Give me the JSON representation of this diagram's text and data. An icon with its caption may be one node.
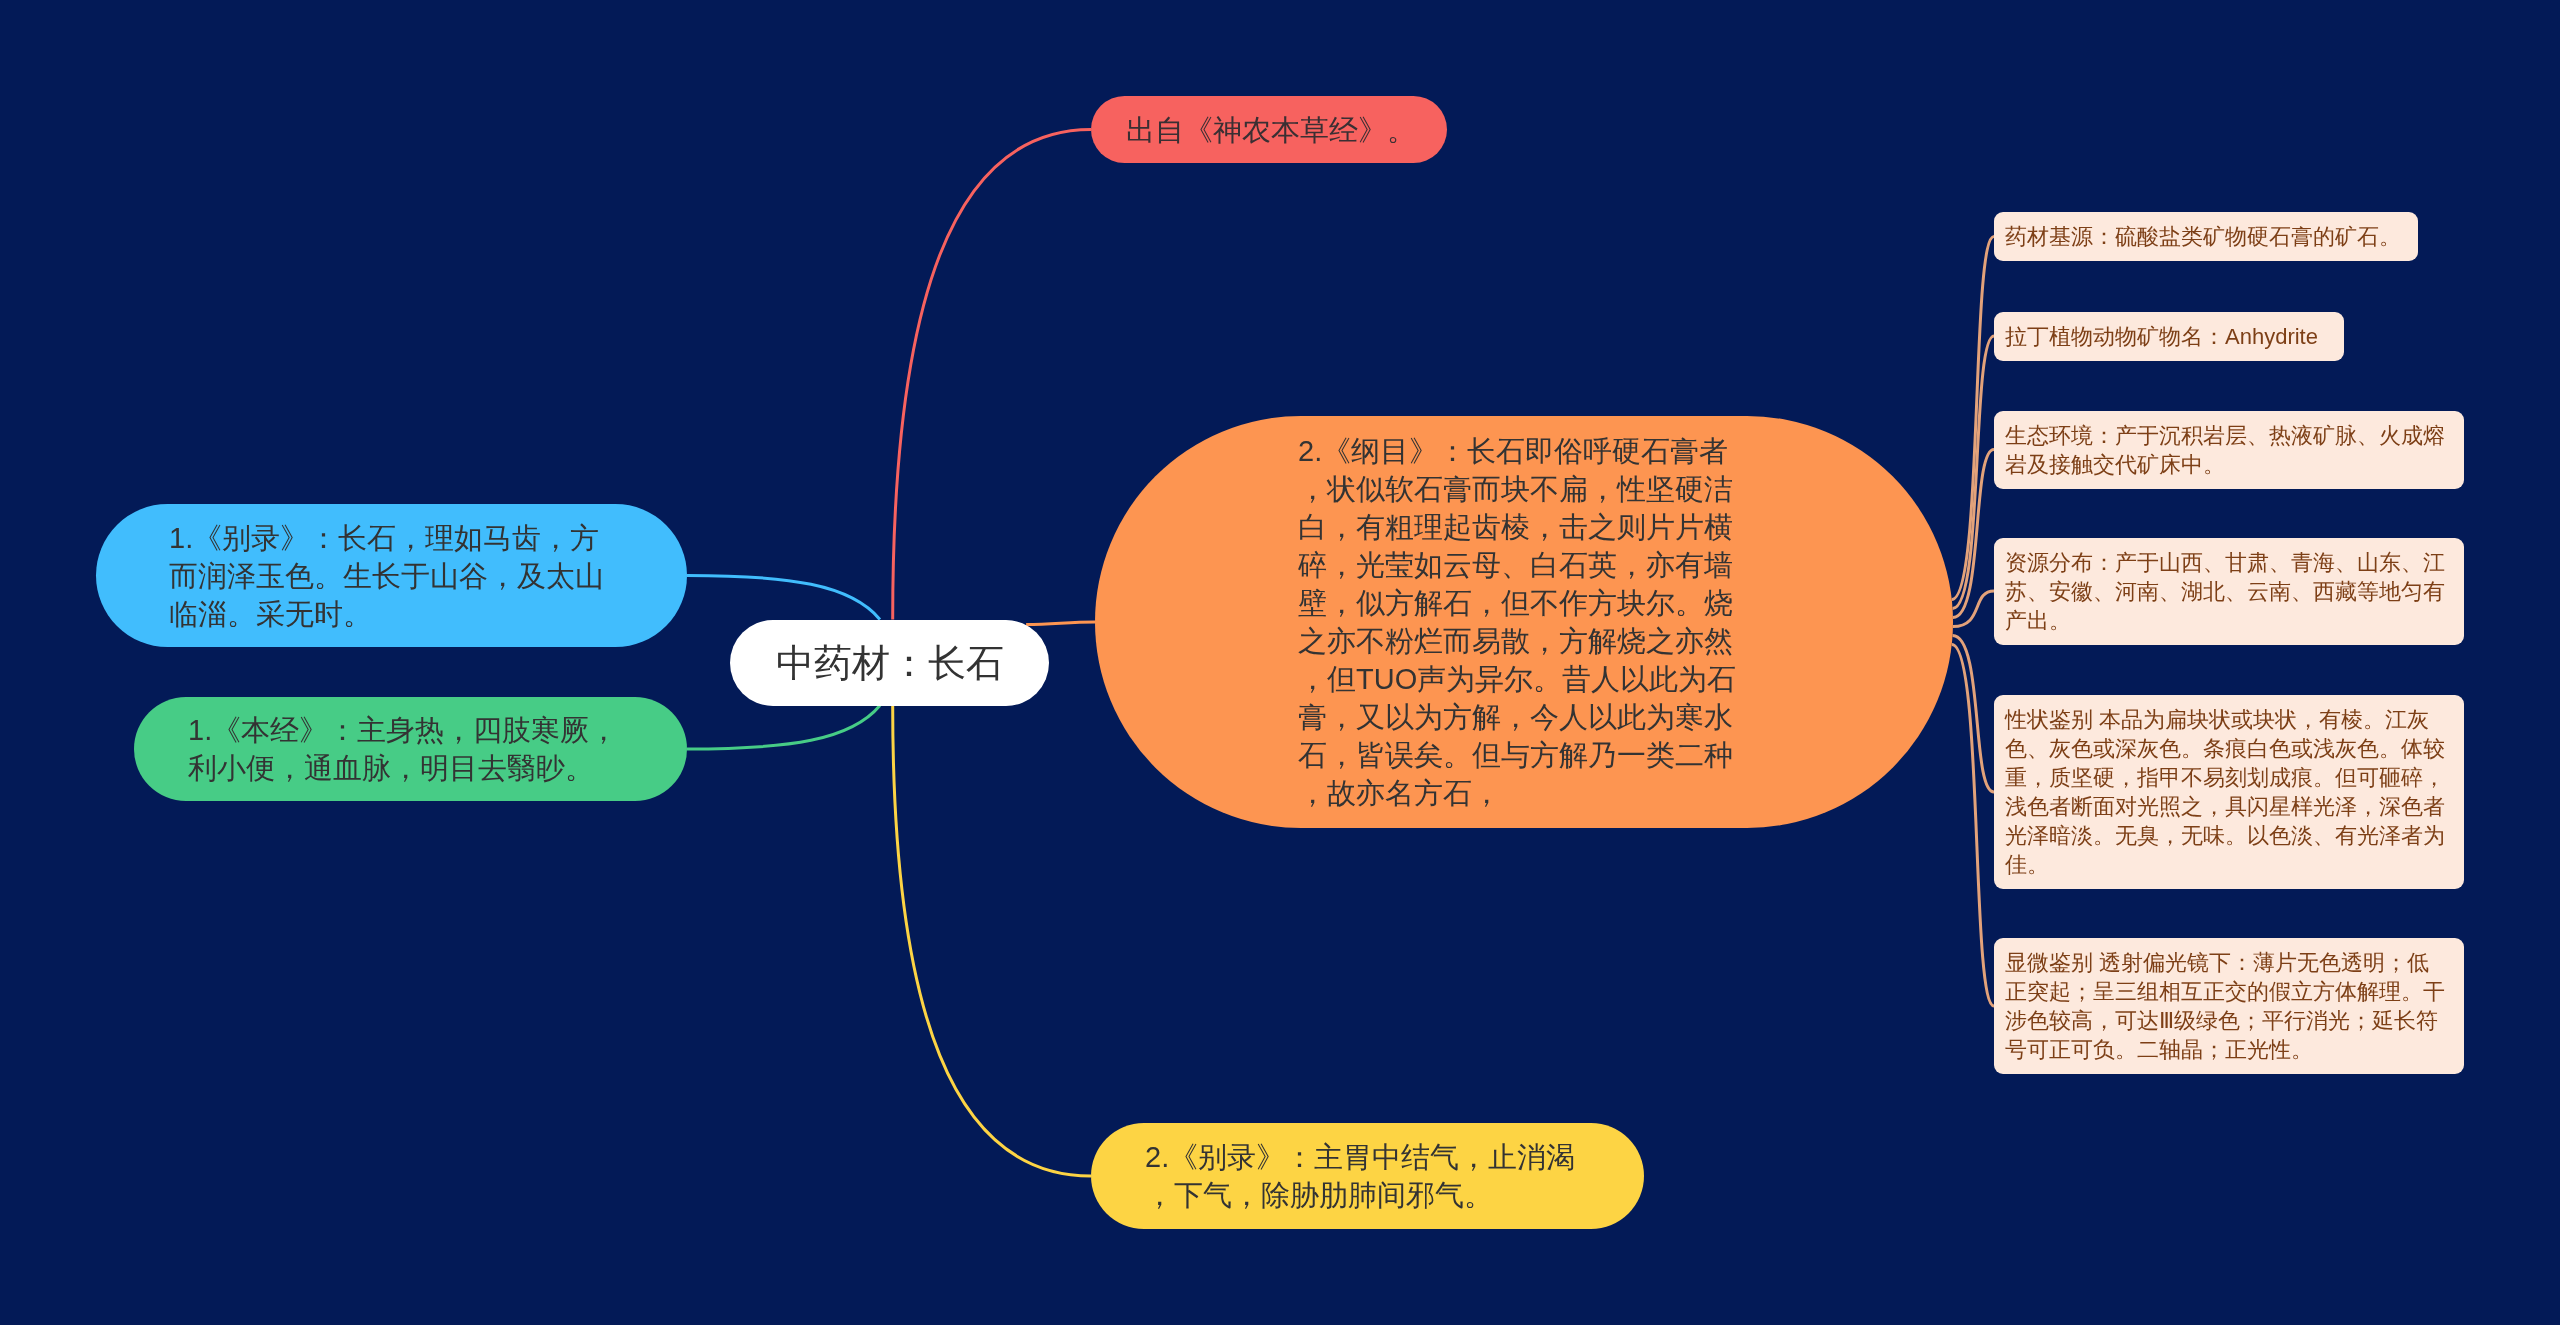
{
  "diagram": {
    "nodes": [
      {
        "text": [
          "中药材：长石"
        ]
      },
      {
        "text": [
          "出自《神农本草经》。"
        ]
      },
      {
        "text": [
          "2.《纲目》：长石即俗呼硬石膏者，状似软石膏而块不扁，性坚硬洁白，有粗理起齿棱，击之则片片横碎，光莹如云母、白石英，亦有墙壁，似方解石，但不作方块尔。烧之亦不粉烂而易散，方解烧之亦然，但TUO声为异尔。昔人以此为石膏，又以为方解，今人以此为寒水石，皆误矣。但与方解乃一类二种，故亦名方石，"
        ]
      },
      {
        "text": [
          "药材基源：硫酸盐类矿物硬石膏的矿石。"
        ]
      },
      {
        "text": [
          "拉丁植物动物矿物名：Anhydrite"
        ]
      },
      {
        "text": [
          "生态环境：产于沉积岩层、热液矿脉、火成熔岩及接触交代矿床中。"
        ]
      },
      {
        "text": [
          "资源分布：产于山西、甘肃、青海、山东、江苏、安徽、河南、湖北、云南、西藏等地匀有产出。"
        ]
      },
      {
        "text": [
          "性状鉴别 本品为扁块状或块状，有棱。江灰色、灰色或深灰色。条痕白色或浅灰色。体较重，质坚硬，指甲不易刻划成痕。但可砸碎，浅色者断面对光照之，具闪星样光泽，深色者光泽暗淡。无臭，无味。以色淡、有光泽者为佳。"
        ]
      },
      {
        "text": [
          "显微鉴别 透射偏光镜下：薄片无色透明；低正突起；呈三组相互正交的假立方体解理。干涉色较高，可达Ⅲ级绿色；平行消光；延长符号可正可负。二轴晶；正光性。"
        ]
      },
      {
        "text": [
          "2.《别录》：主胃中结气，止消渴，下气，除胁肋肺间邪气。"
        ]
      },
      {
        "text": [
          "1.《别录》：长石，理如马齿，方而润泽玉色。生长于山谷，及太山临淄。采无时。"
        ]
      },
      {
        "text": [
          "1.《本经》：主身热，四肢寒厥，利小便，通血脉，明目去翳眇。"
        ]
      }
    ],
    "edges": [
      {
        "from": 0,
        "to": 1,
        "arrow": "none",
        "color": "#f7625f"
      },
      {
        "from": 0,
        "to": 2,
        "arrow": "none",
        "color": "#fd9551"
      },
      {
        "from": 0,
        "to": 9,
        "arrow": "none",
        "color": "#fdd444"
      },
      {
        "from": 0,
        "to": 10,
        "arrow": "none",
        "color": "#41bdfd"
      },
      {
        "from": 0,
        "to": 11,
        "arrow": "none",
        "color": "#47cc86"
      },
      {
        "from": 2,
        "to": 3,
        "arrow": "none"
      },
      {
        "from": 2,
        "to": 4,
        "arrow": "none"
      },
      {
        "from": 2,
        "to": 5,
        "arrow": "none"
      },
      {
        "from": 2,
        "to": 6,
        "arrow": "none"
      },
      {
        "from": 2,
        "to": 7,
        "arrow": "none"
      },
      {
        "from": 2,
        "to": 8,
        "arrow": "none"
      }
    ]
  }
}
